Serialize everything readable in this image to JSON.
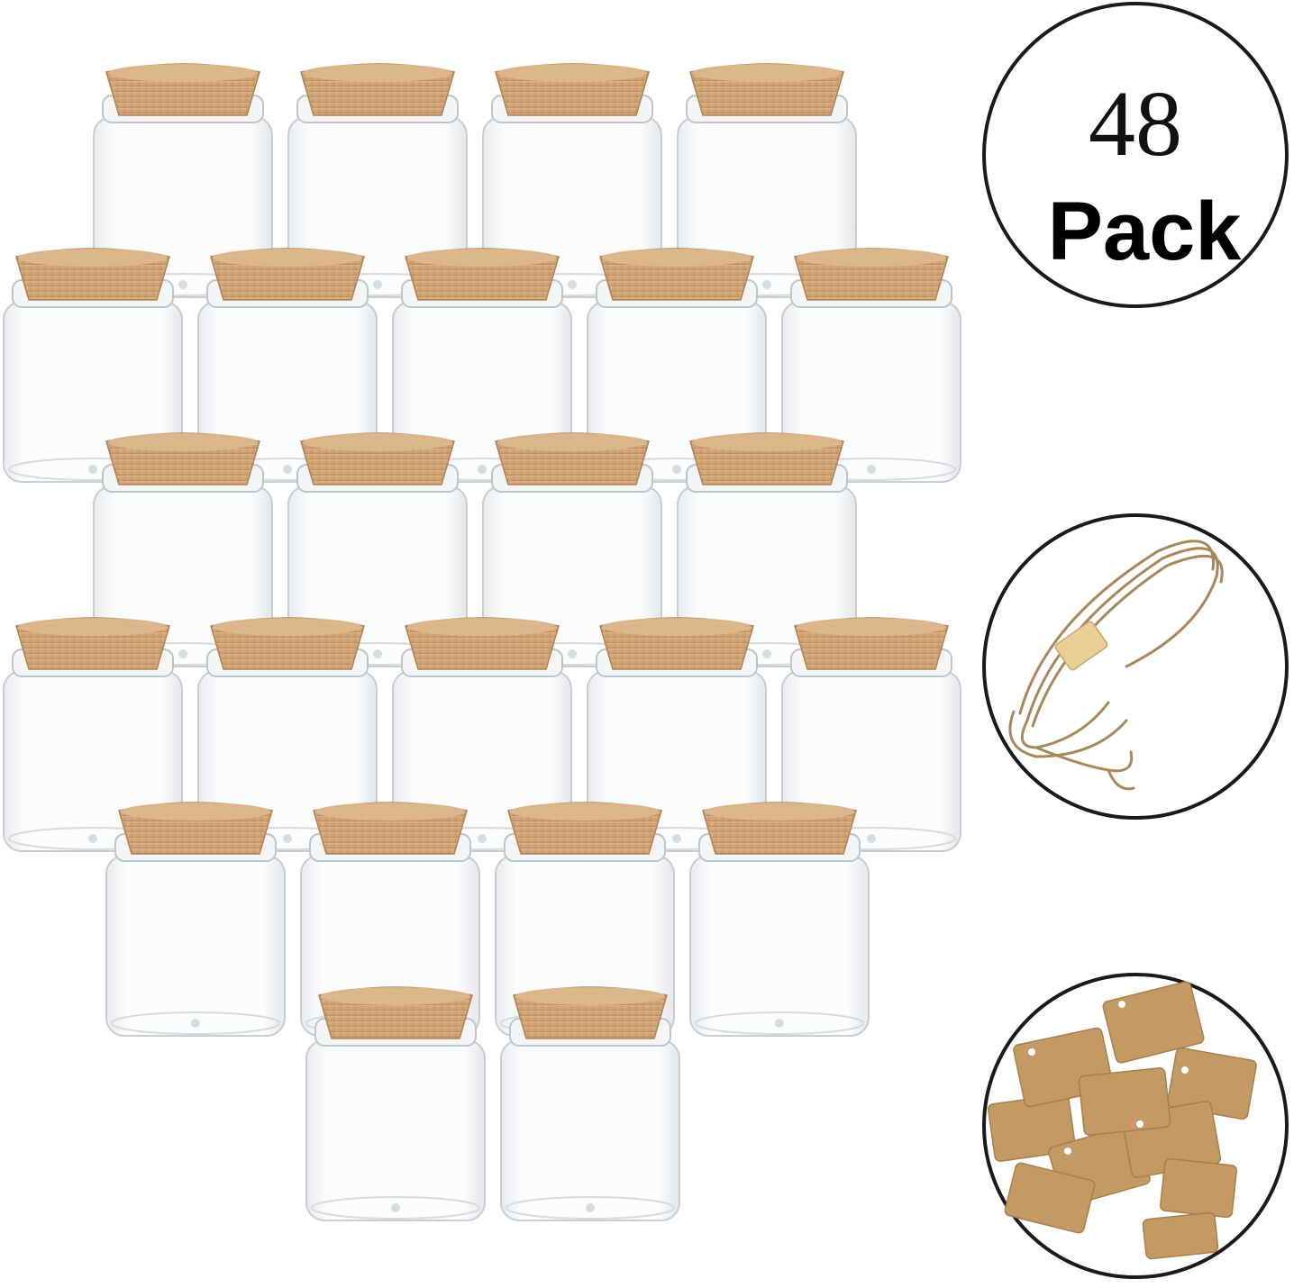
{
  "product": {
    "badge": {
      "number": "48",
      "word": "Pack"
    },
    "jar_rows": [
      4,
      5,
      4,
      5,
      4,
      2
    ],
    "colors": {
      "cork": "#d2a67a",
      "cork_dark": "#b98a5c",
      "glass_edge": "#c9cdd1",
      "circle_border": "#1a1a1a",
      "twine": "#a8875a",
      "tag": "#c39a64"
    },
    "accessories": [
      "twine-roll",
      "kraft-tags"
    ]
  }
}
